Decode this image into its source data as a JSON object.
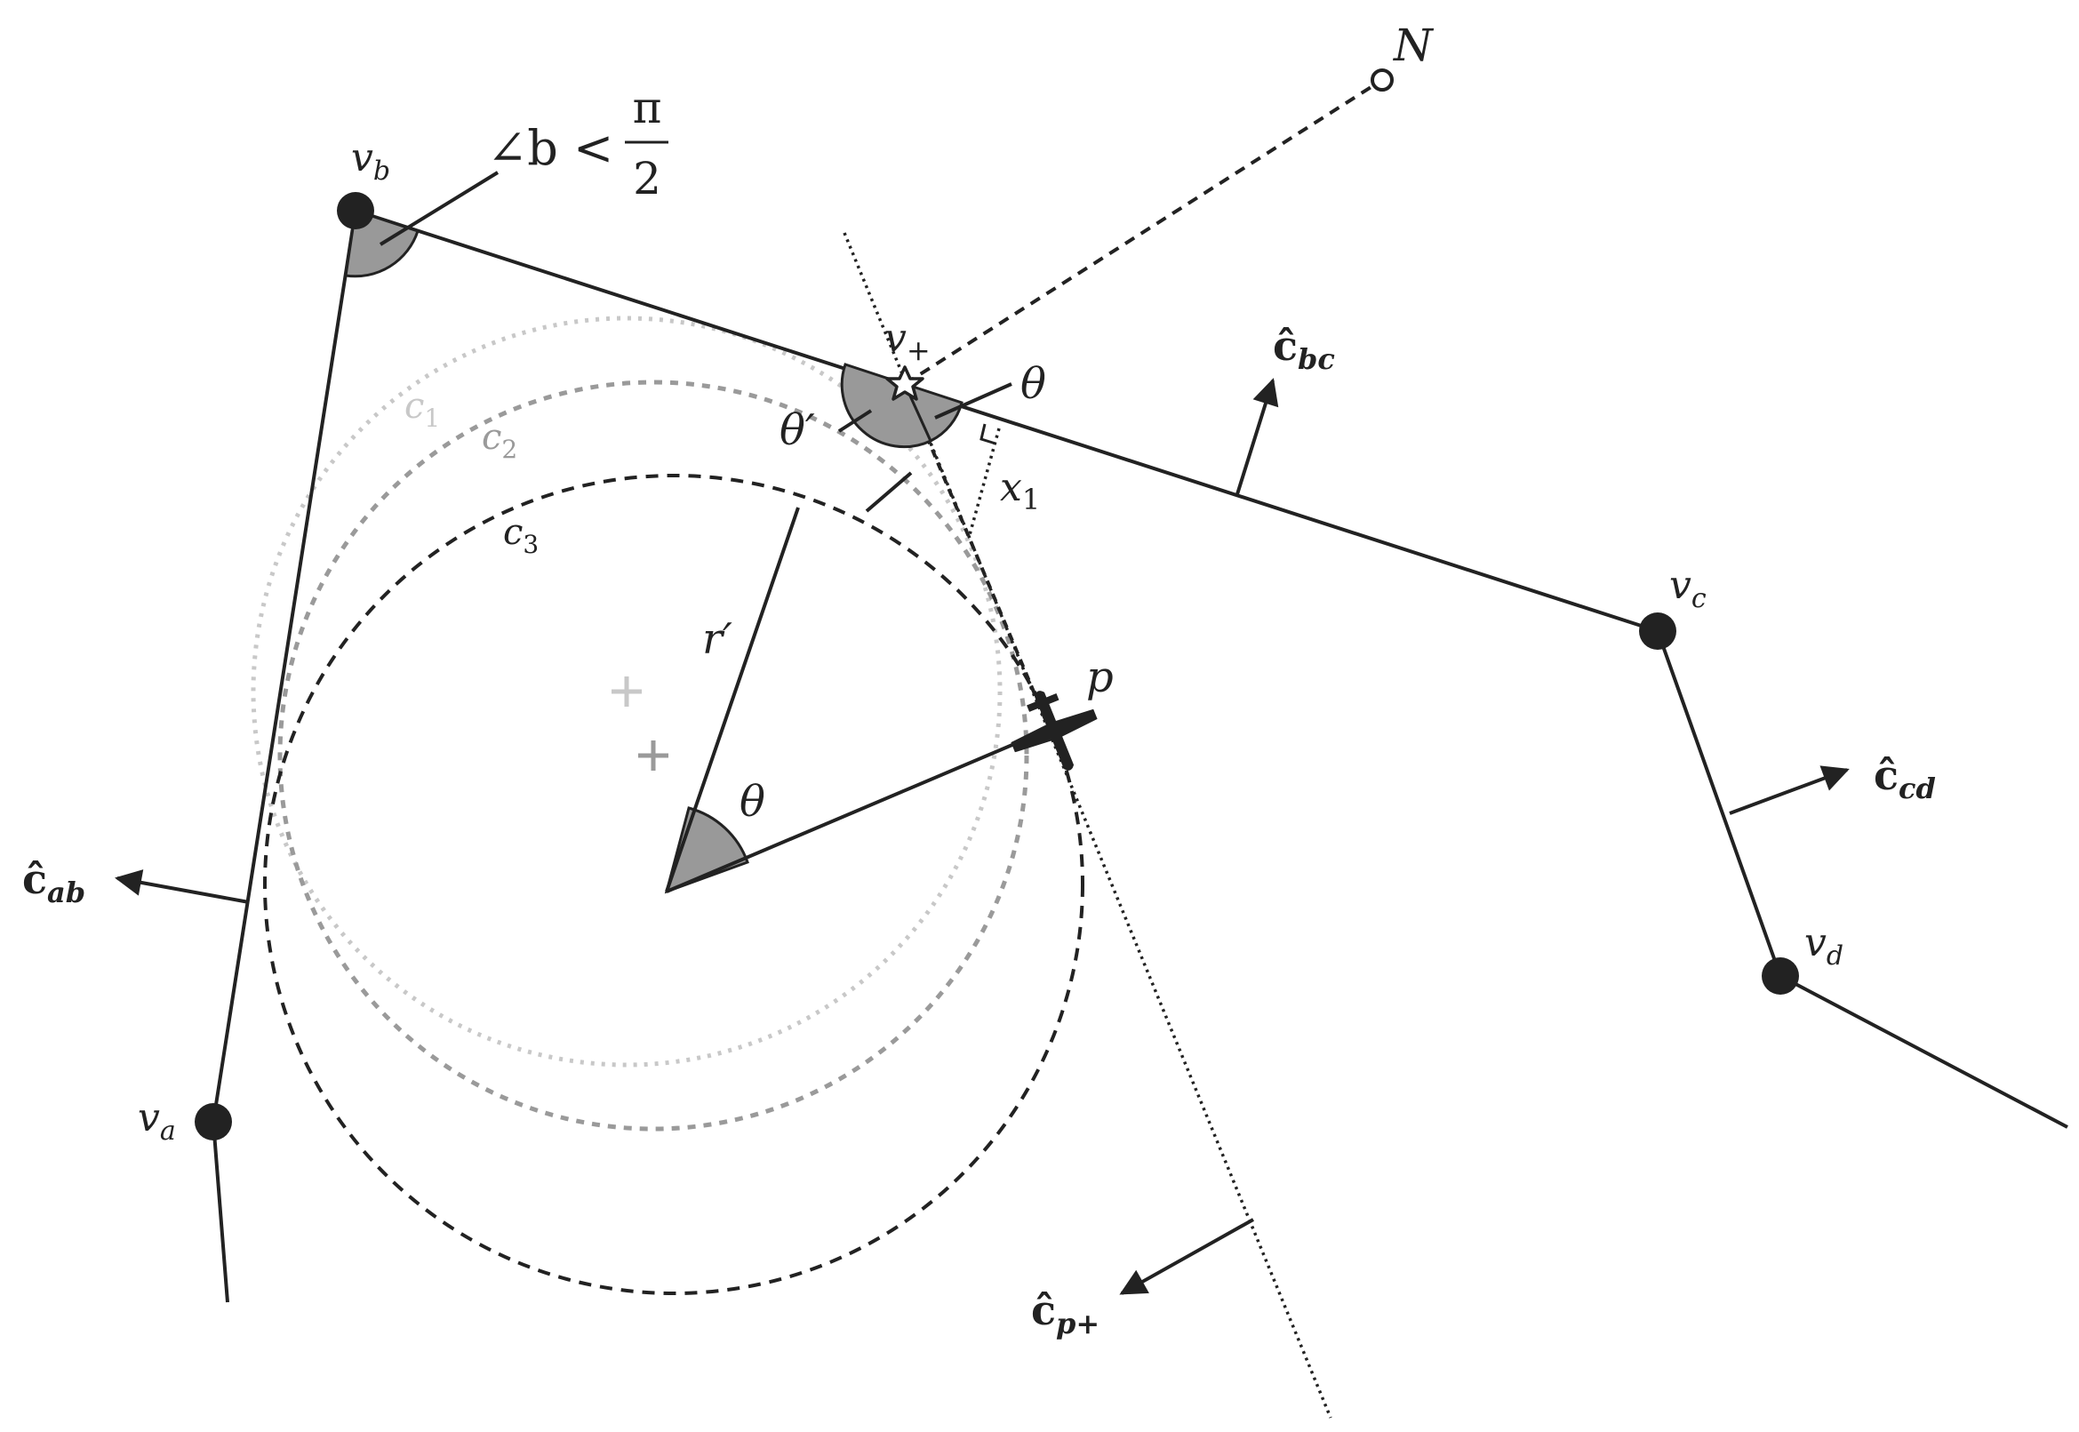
{
  "colors": {
    "ink": "#222222",
    "circle_c1": "#c8c8c8",
    "circle_c2": "#9a9a9a",
    "circle_c3": "#222222",
    "angle_fill": "#999999",
    "background": "#ffffff"
  },
  "vertices": {
    "va": {
      "base": "v",
      "sub": "a"
    },
    "vb": {
      "base": "v",
      "sub": "b"
    },
    "vc": {
      "base": "v",
      "sub": "c"
    },
    "vd": {
      "base": "v",
      "sub": "d"
    }
  },
  "points": {
    "N": "N",
    "v_plus": {
      "base": "v",
      "sub": "+"
    },
    "p": "p"
  },
  "angles": {
    "b_condition": {
      "lhs": "∠b <",
      "num": "π",
      "den": "2"
    },
    "theta": "θ",
    "theta_prime": "θ′",
    "theta_center": "θ"
  },
  "lengths": {
    "r_prime": "r′",
    "x1": {
      "base": "x",
      "sub": "1"
    }
  },
  "circles": {
    "c1": {
      "base": "c",
      "sub": "1"
    },
    "c2": {
      "base": "c",
      "sub": "2"
    },
    "c3": {
      "base": "c",
      "sub": "3"
    }
  },
  "normals": {
    "c_ab": {
      "base": "ĉ",
      "sub": "ab"
    },
    "c_bc": {
      "base": "ĉ",
      "sub": "bc"
    },
    "c_cd": {
      "base": "ĉ",
      "sub": "cd"
    },
    "c_pplus": {
      "base": "ĉ",
      "sub": "p+"
    }
  },
  "icons": {
    "aircraft": "airplane-icon",
    "v_plus_marker": "star-icon",
    "center_marks": "plus-icon"
  }
}
